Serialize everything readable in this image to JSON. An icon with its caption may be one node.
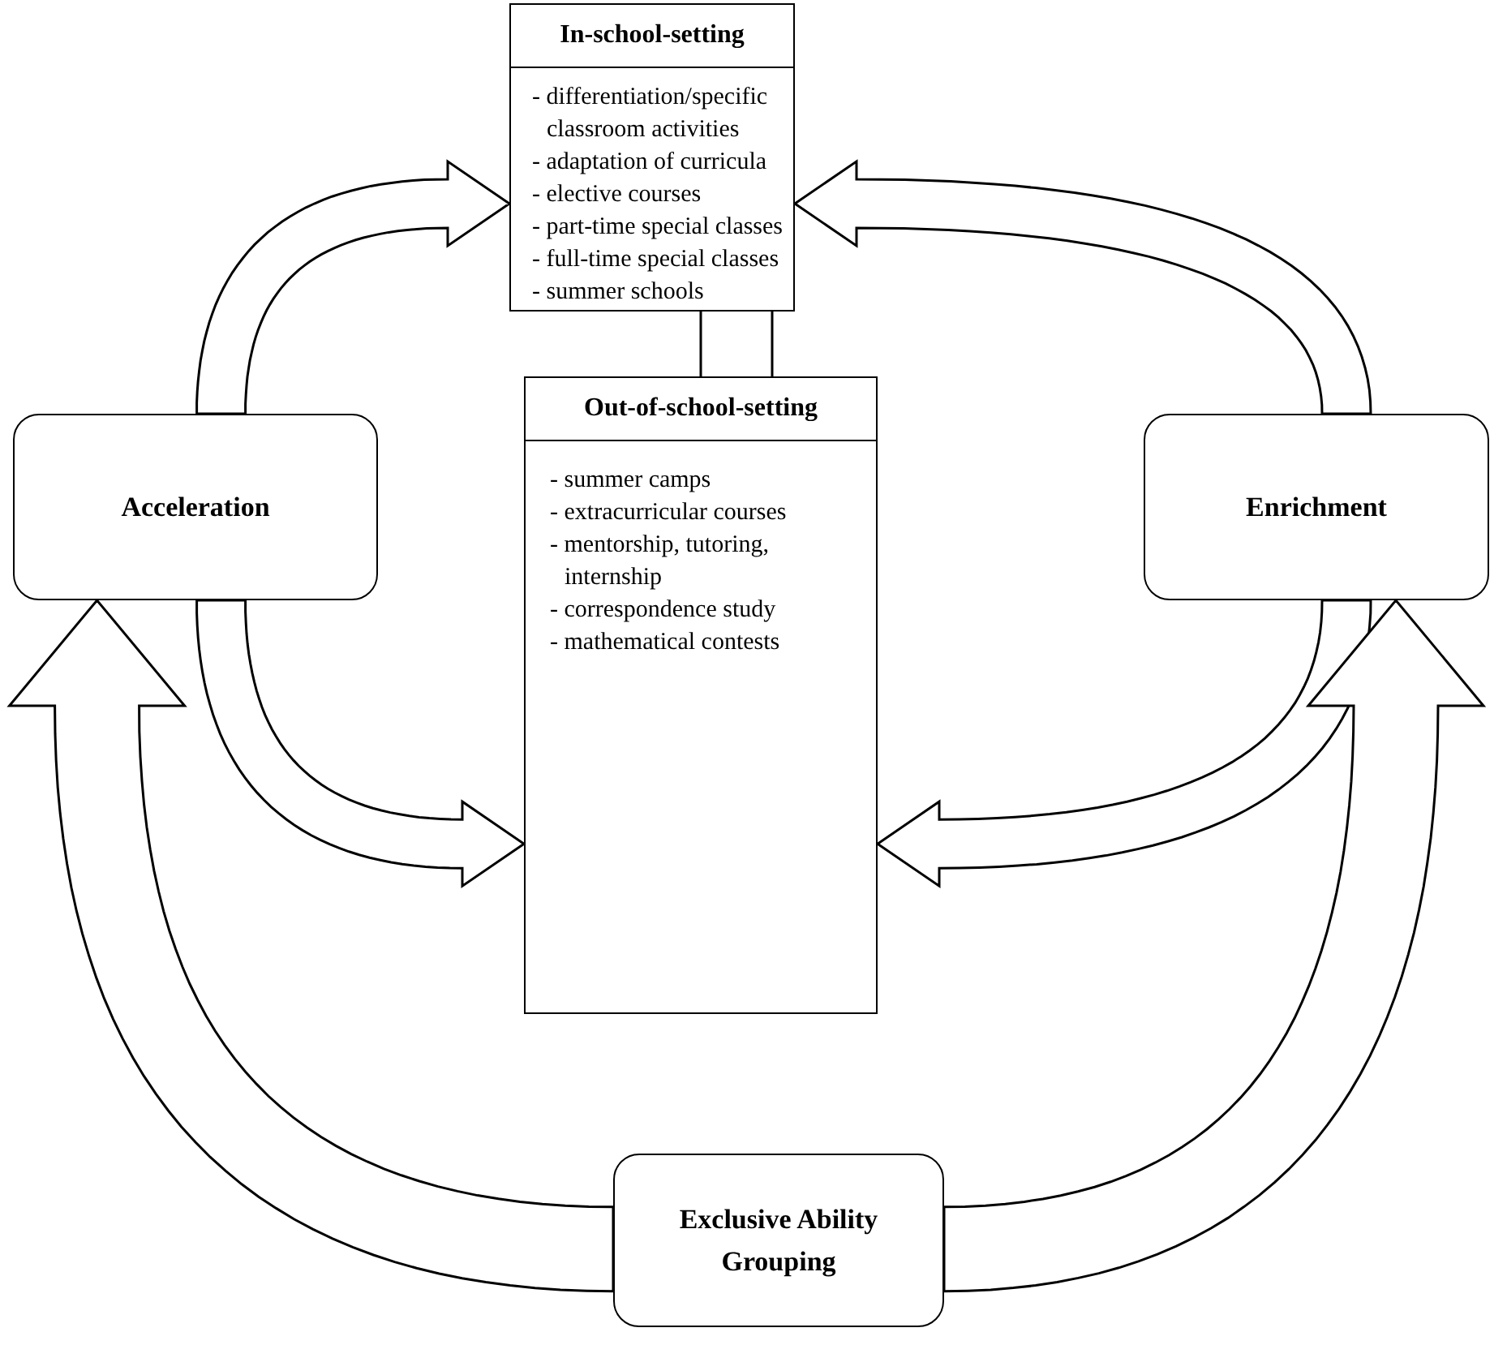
{
  "diagram": {
    "nodes": [
      {
        "text": [
          "In-school-setting",
          "- differentiation/specific classroom activities",
          "- adaptation of curricula",
          "- elective courses",
          "- part-time special classes",
          "- full-time special classes",
          "- summer schools"
        ]
      },
      {
        "text": [
          "Out-of-school-setting",
          "- summer camps",
          "- extracurricular courses",
          "- mentorship, tutoring, internship",
          "- correspondence study",
          "- mathematical contests"
        ]
      },
      {
        "text": [
          "Acceleration"
        ]
      },
      {
        "text": [
          "Enrichment"
        ]
      },
      {
        "text": [
          "Exclusive Ability Grouping"
        ]
      }
    ],
    "edges": [
      {
        "from": 0,
        "to": 1,
        "arrow": "none"
      },
      {
        "from": 2,
        "to": 0,
        "arrow": "to"
      },
      {
        "from": 2,
        "to": 1,
        "arrow": "to"
      },
      {
        "from": 3,
        "to": 0,
        "arrow": "to"
      },
      {
        "from": 3,
        "to": 1,
        "arrow": "to"
      },
      {
        "from": 4,
        "to": 2,
        "arrow": "to"
      },
      {
        "from": 4,
        "to": 3,
        "arrow": "to"
      }
    ]
  }
}
